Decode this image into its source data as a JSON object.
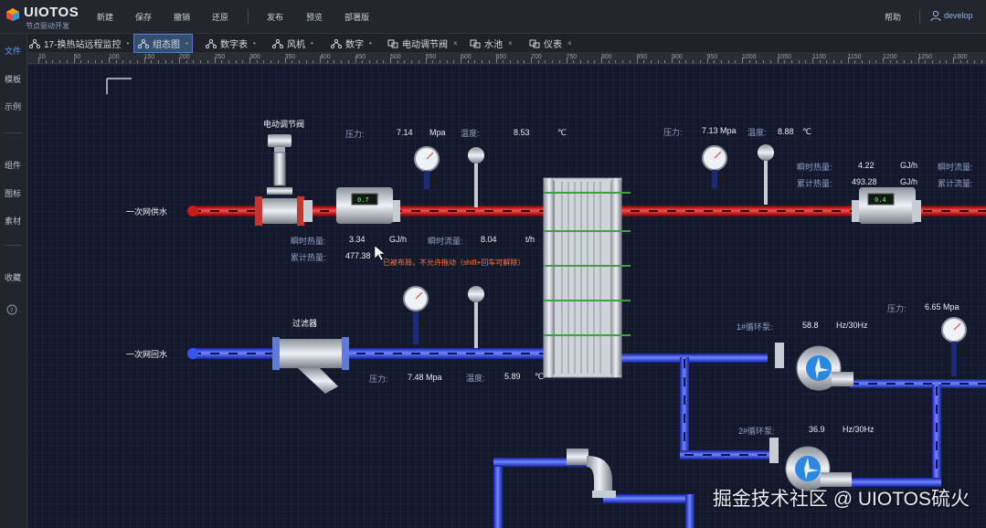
{
  "app": {
    "brand": "UIOTOS",
    "subtitle": "节点驱动开发"
  },
  "menu": {
    "new": "新建",
    "save": "保存",
    "undo": "撤销",
    "redo": "还原",
    "publish": "发布",
    "preview": "预览",
    "deploy": "部署版",
    "help": "帮助",
    "user": "develop"
  },
  "tabs": [
    {
      "label": "17-换热站远程监控",
      "close": "•"
    },
    {
      "label": "组态图",
      "close": "•"
    },
    {
      "label": "数字表",
      "close": "•"
    },
    {
      "label": "风机",
      "close": "•"
    },
    {
      "label": "数字",
      "close": "•"
    },
    {
      "label": "电动调节阀",
      "close": "×"
    },
    {
      "label": "水池",
      "close": "×"
    },
    {
      "label": "仪表",
      "close": "×"
    }
  ],
  "sidebar": {
    "file": "文件",
    "template": "模板",
    "example": "示例",
    "component": "组件",
    "icon": "图标",
    "material": "素材",
    "favorite": "收藏"
  },
  "ruler": [
    "10",
    "50",
    "100",
    "150",
    "200",
    "250",
    "300",
    "350",
    "400",
    "450",
    "500",
    "550",
    "600",
    "650",
    "700",
    "750",
    "800",
    "850",
    "900",
    "950",
    "1000",
    "1050",
    "1100",
    "1150",
    "1200",
    "1250",
    "1300"
  ],
  "scada": {
    "supply_label": "一次网供水",
    "return_label": "一次网回水",
    "valve_title": "电动调节阀",
    "filter_title": "过滤器",
    "flow_display_1": "0.7",
    "flow_display_2": "0.4",
    "top_left": {
      "pressure_label": "压力:",
      "pressure_value": "7.14",
      "pressure_unit": "Mpa",
      "temp_label": "温度:",
      "temp_value": "8.53",
      "temp_unit": "℃"
    },
    "top_right": {
      "pressure_label": "压力:",
      "pressure_value": "7.13 Mpa",
      "temp_label": "温度:",
      "temp_value": "8.88",
      "temp_unit": "℃"
    },
    "right_meter": {
      "heat_label": "瞬时热量:",
      "heat_value": "4.22",
      "heat_unit": "GJ/h",
      "flow_label": "瞬时流量:",
      "total_label": "累计热量:",
      "total_value": "493.28",
      "total_unit": "GJ/h",
      "total_flow_label": "累计流量:"
    },
    "left_meter": {
      "heat_label": "瞬时热量:",
      "heat_value": "3.34",
      "heat_unit": "GJ/h",
      "flow_label": "瞬时流量:",
      "flow_value": "8.04",
      "flow_unit": "t/h",
      "total_label": "累计热量:",
      "total_value": "477.38"
    },
    "warning": "已被布局，不允许拖动（shift+回车可解除）",
    "return_left": {
      "pressure_label": "压力:",
      "pressure_value": "7.48 Mpa",
      "temp_label": "温度:",
      "temp_value": "5.89",
      "temp_unit": "℃"
    },
    "pump1": {
      "label": "1#循环泵:",
      "value": "58.8",
      "unit": "Hz/30Hz"
    },
    "pump2": {
      "label": "2#循环泵:",
      "value": "36.9",
      "unit": "Hz/30Hz"
    },
    "right_pressure": {
      "label": "压力:",
      "value": "6.65 Mpa"
    }
  },
  "watermark": "掘金技术社区 @ UIOTOS硫火",
  "colors": {
    "canvas_bg": "#14182b",
    "hot_pipe": "#d21a1a",
    "cold_pipe": "#2d4cf0",
    "tab_active": "#35506e",
    "warning": "#ff7a33"
  }
}
